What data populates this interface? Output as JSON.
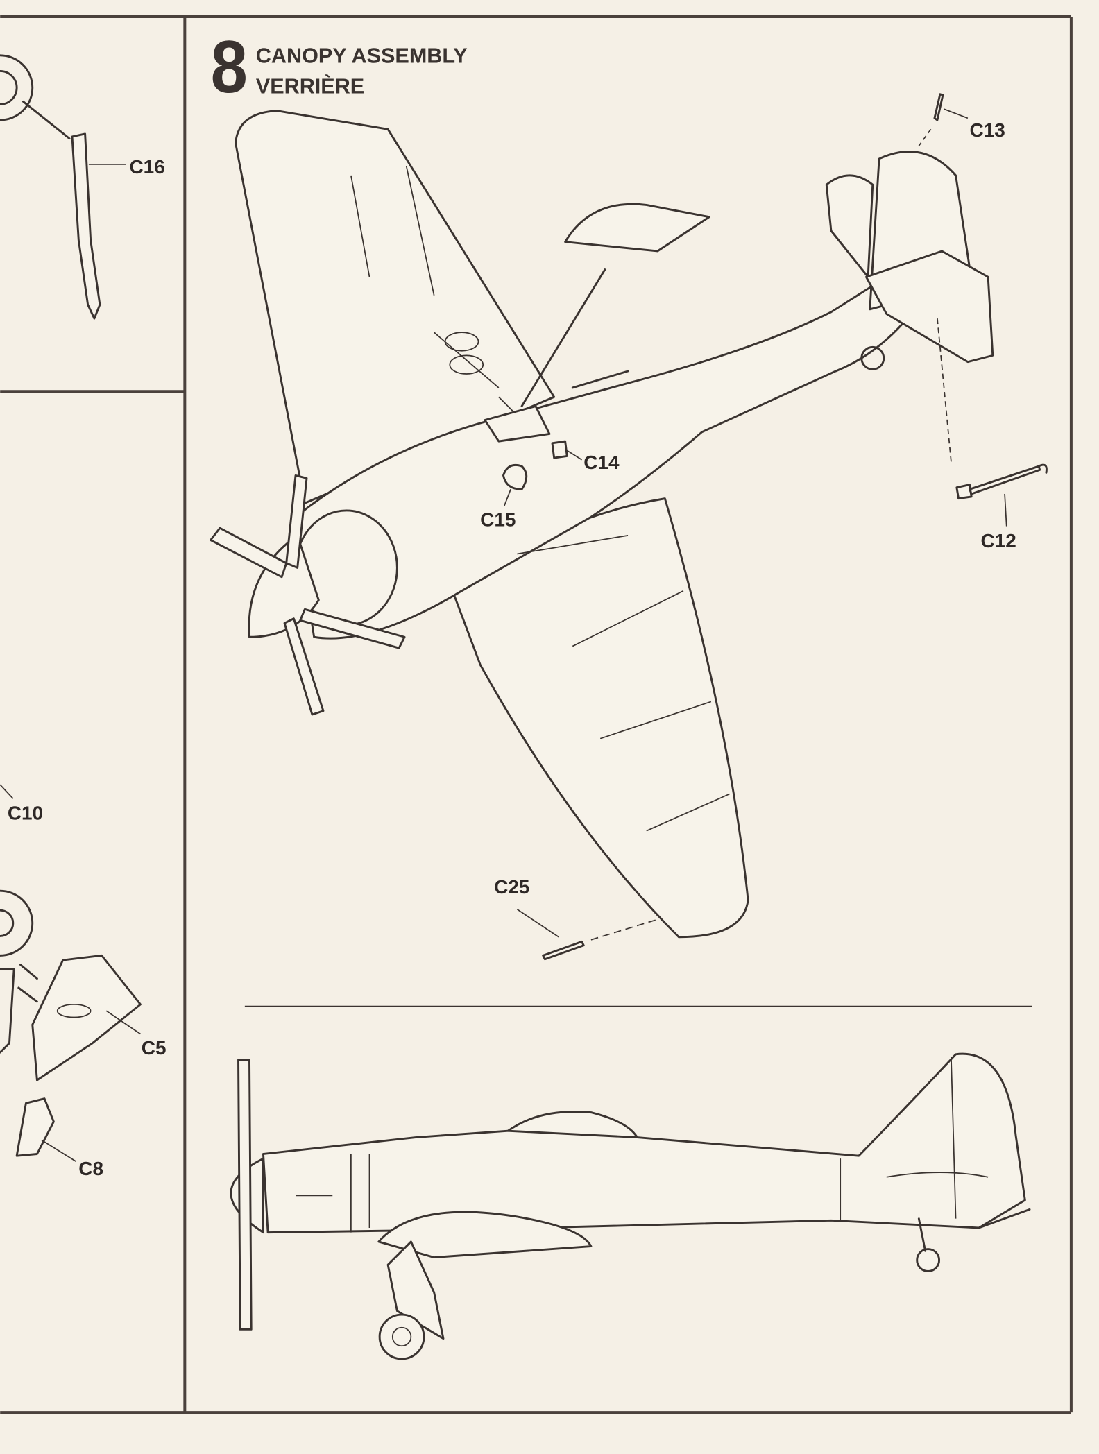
{
  "step": {
    "number": "8",
    "title_en": "CANOPY ASSEMBLY",
    "title_fr": "VERRIÈRE"
  },
  "part_labels": {
    "c16": "C16",
    "c13": "C13",
    "c14": "C14",
    "c15": "C15",
    "c12": "C12",
    "c10": "C10",
    "c25": "C25",
    "c5": "C5",
    "c8": "C8"
  },
  "colors": {
    "paper": "#f5f0e6",
    "ink": "#3a3330"
  }
}
